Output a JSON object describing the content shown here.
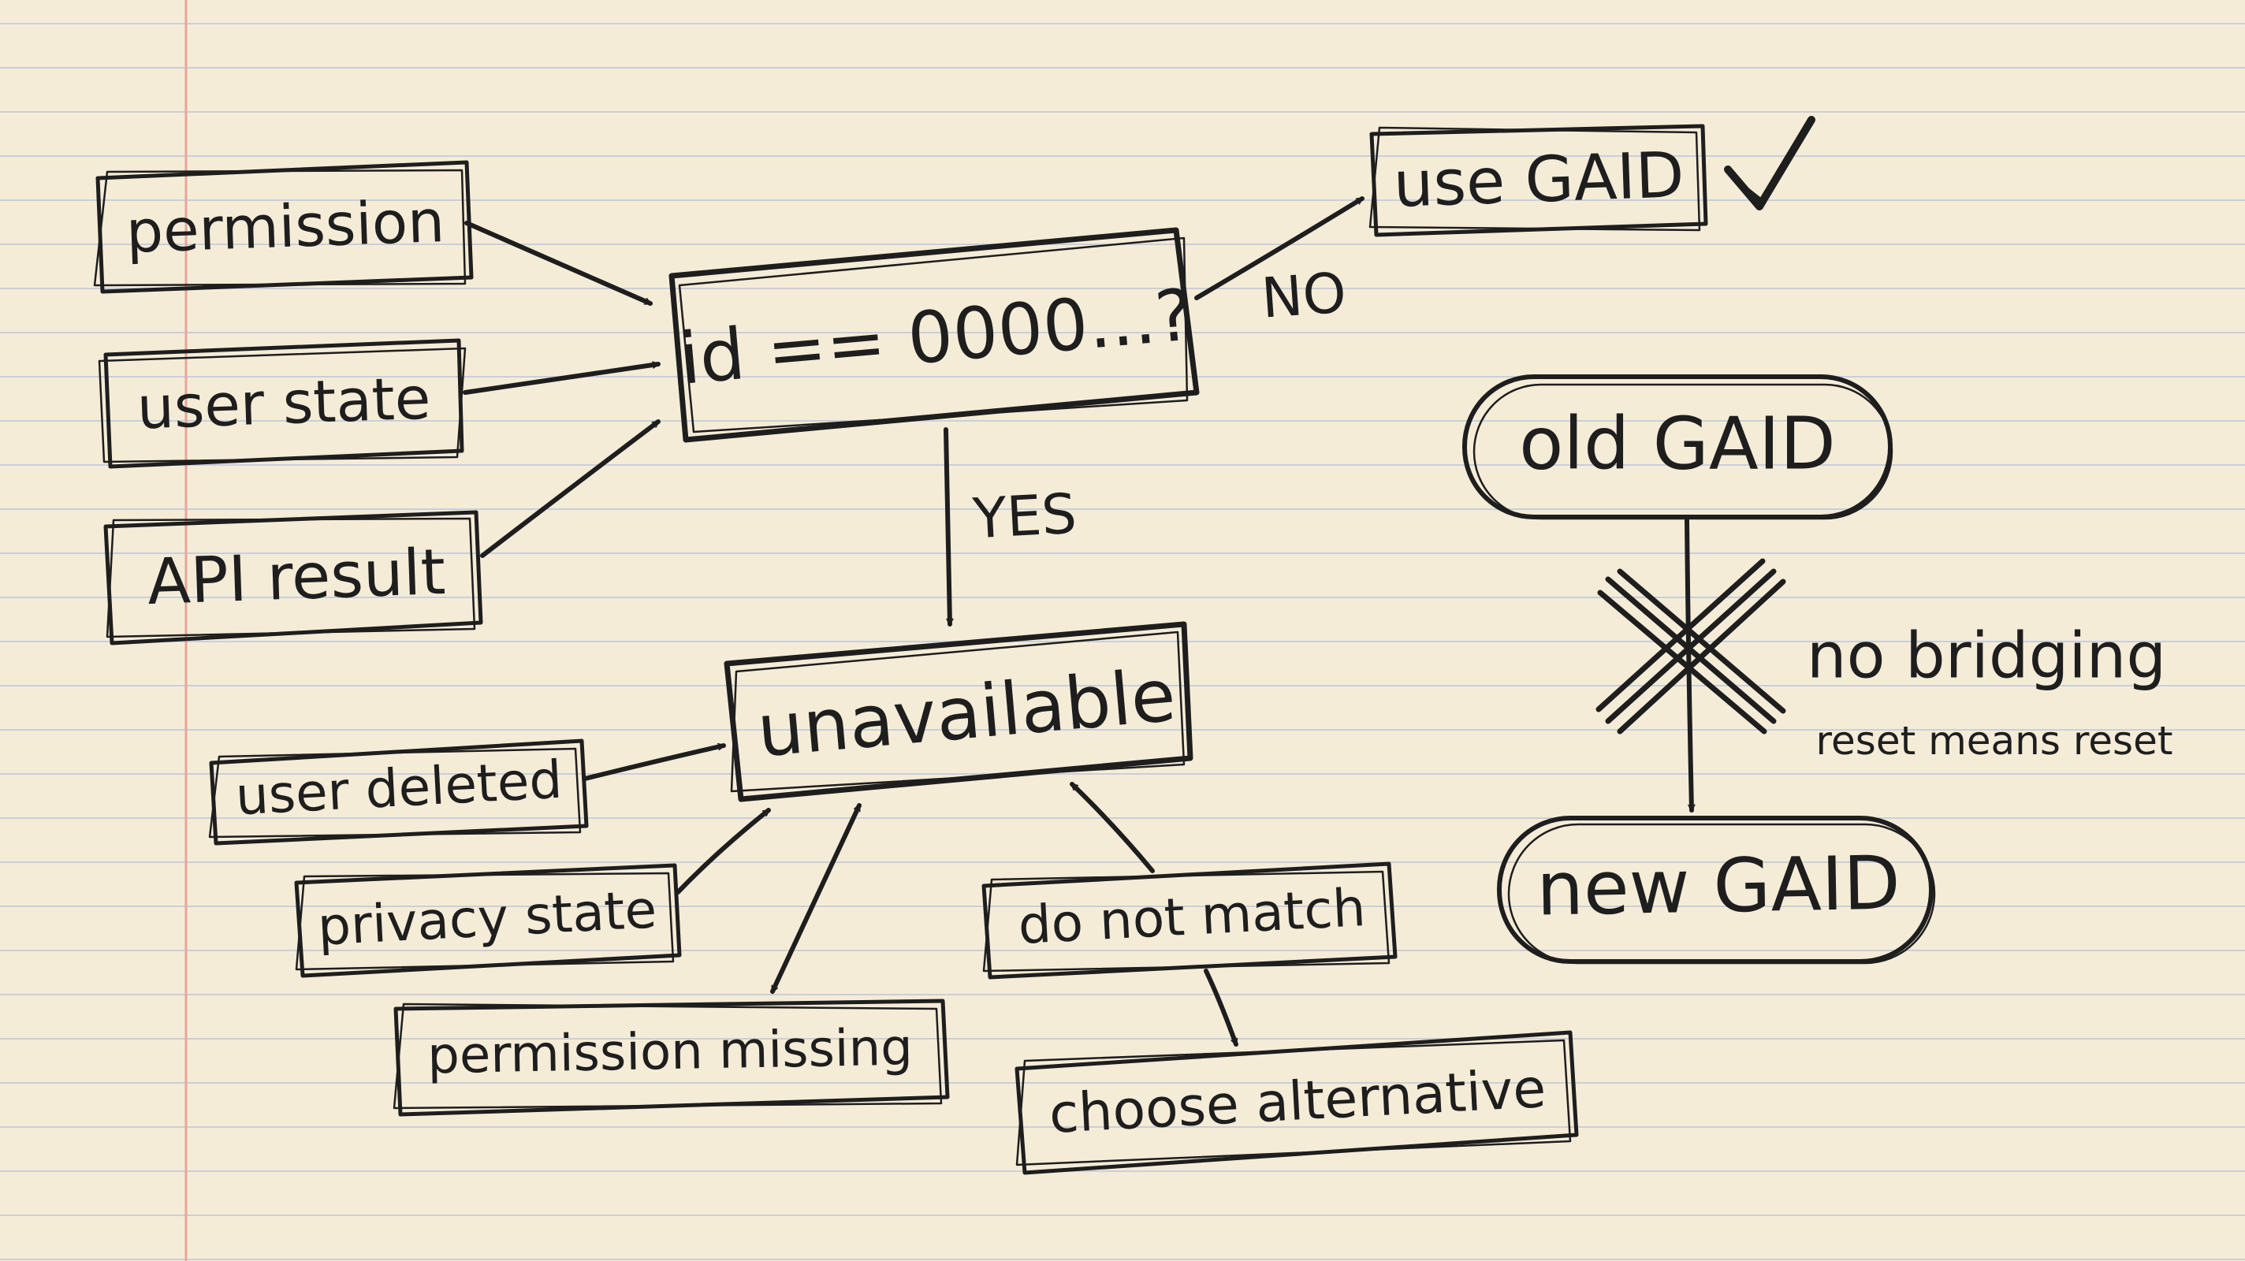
{
  "diagram": {
    "inputs": {
      "permission": "permission",
      "user_state": "user state",
      "api_result": "API result"
    },
    "decision": "id == 0000...?",
    "no_label": "NO",
    "yes_label": "YES",
    "use_gaid": "use GAID",
    "unavailable": "unavailable",
    "causes": {
      "user_deleted": "user deleted",
      "privacy_state": "privacy state",
      "permission_missing": "permission missing",
      "do_not_match": "do not match",
      "choose_alternative": "choose alternative"
    },
    "reset_flow": {
      "old_gaid": "old GAID",
      "new_gaid": "new GAID",
      "note_title": "no bridging",
      "note_sub": "reset means reset"
    }
  },
  "colors": {
    "paper": "#f5ecd8",
    "rule_line": "#c9cfd8",
    "margin_line": "#e7a59a",
    "ink": "#1e1e1e"
  }
}
